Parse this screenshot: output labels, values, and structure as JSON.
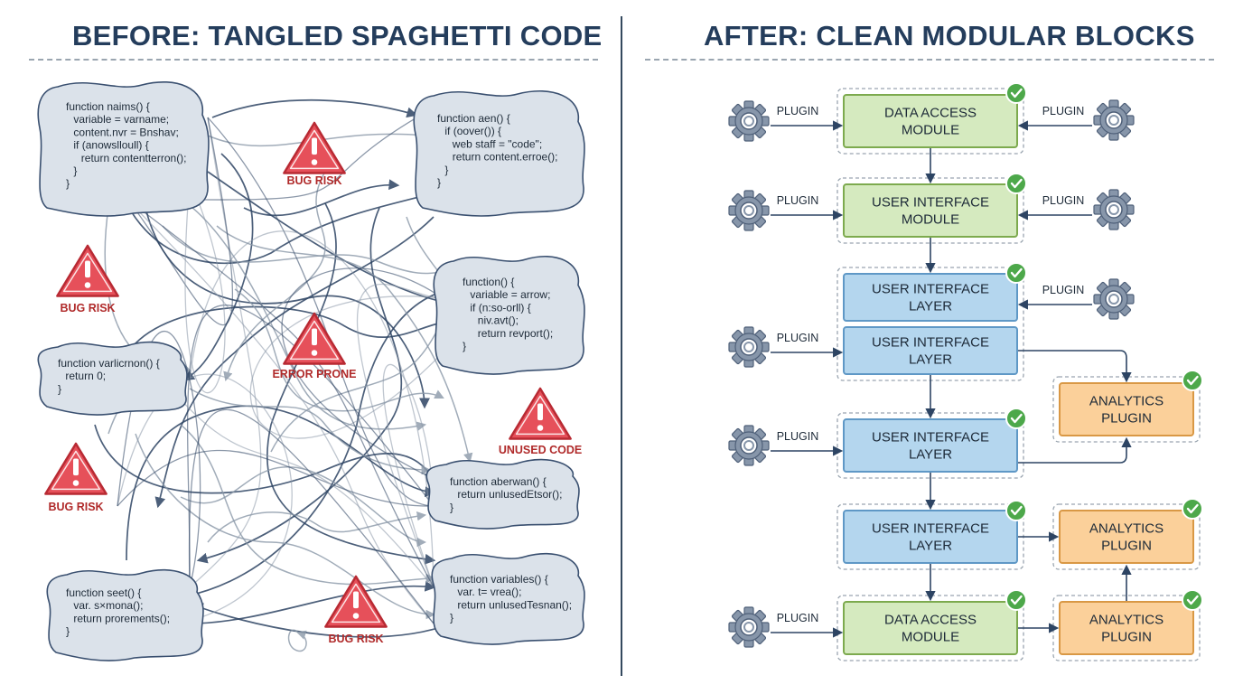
{
  "before_title": "BEFORE: TANGLED SPAGHETTI CODE",
  "after_title": "AFTER: CLEAN MODULAR BLOCKS",
  "code_blobs": [
    {
      "id": "blob-1",
      "lines": [
        "function naims() {",
        "  variable = varname;",
        "  content.nvr = Bnshav;",
        "  if (anowslloull) {",
        "    return contentterron();",
        "  }",
        "}"
      ]
    },
    {
      "id": "blob-2",
      "lines": [
        "function aen() {",
        "  if (oover()) {",
        "    web staff = \"code\";",
        "    return content.erroe();",
        "  }",
        "}"
      ]
    },
    {
      "id": "blob-3",
      "lines": [
        "function() {",
        "  variable = arrow;",
        "  if (n:so-orll) {",
        "    niv.avt();",
        "    return revport();",
        "}"
      ]
    },
    {
      "id": "blob-4",
      "lines": [
        "function varlicrnon() {",
        "  return 0;",
        "}"
      ]
    },
    {
      "id": "blob-5",
      "lines": [
        "function aberwan() {",
        "  return unlusedEtsor();",
        "}"
      ]
    },
    {
      "id": "blob-6",
      "lines": [
        "function seet() {",
        "  var. s×mona();",
        "  return prorements();",
        "}"
      ]
    },
    {
      "id": "blob-7",
      "lines": [
        "function variables() {",
        "  var. t= vrea();",
        "  return unlusedTesnan();",
        "}"
      ]
    }
  ],
  "warnings": [
    {
      "label": "BUG RISK"
    },
    {
      "label": "BUG RISK"
    },
    {
      "label": "ERROR PRONE"
    },
    {
      "label": "UNUSED CODE"
    },
    {
      "label": "BUG RISK"
    },
    {
      "label": "BUG RISK"
    }
  ],
  "plugin_label": "PLUGIN",
  "modules": [
    {
      "lines": [
        "DATA ACCESS",
        "MODULE"
      ],
      "color": "green"
    },
    {
      "lines": [
        "USER INTERFACE",
        "MODULE"
      ],
      "color": "green"
    },
    {
      "lines": [
        "USER INTERFACE",
        "LAYER"
      ],
      "color": "blue"
    },
    {
      "lines": [
        "USER INTERFACE",
        "LAYER"
      ],
      "color": "blue"
    },
    {
      "lines": [
        "USER INTERFACE",
        "LAYER"
      ],
      "color": "blue"
    },
    {
      "lines": [
        "USER INTERFACE",
        "LAYER"
      ],
      "color": "blue"
    },
    {
      "lines": [
        "DATA ACCESS",
        "MODULE"
      ],
      "color": "green"
    },
    {
      "lines": [
        "ANALYTICS",
        "PLUGIN"
      ],
      "color": "orange"
    },
    {
      "lines": [
        "ANALYTICS",
        "PLUGIN"
      ],
      "color": "orange"
    },
    {
      "lines": [
        "ANALYTICS",
        "PLUGIN"
      ],
      "color": "orange"
    }
  ],
  "colors": {
    "green_fill": "#d5eabf",
    "green_stroke": "#7daa4e",
    "blue_fill": "#b4d6ee",
    "blue_stroke": "#5f98c6",
    "orange_fill": "#fbd09a",
    "orange_stroke": "#d99845",
    "check": "#4da84a",
    "warning_fill": "#e6505a",
    "warning_stroke": "#b82a33",
    "blob_fill": "#dbe2ea",
    "blob_stroke": "#3a5070",
    "tangle_dark": "#2d4463",
    "tangle_light": "#8a98a8",
    "gear": "#8796aa",
    "arrow": "#2d4463"
  }
}
